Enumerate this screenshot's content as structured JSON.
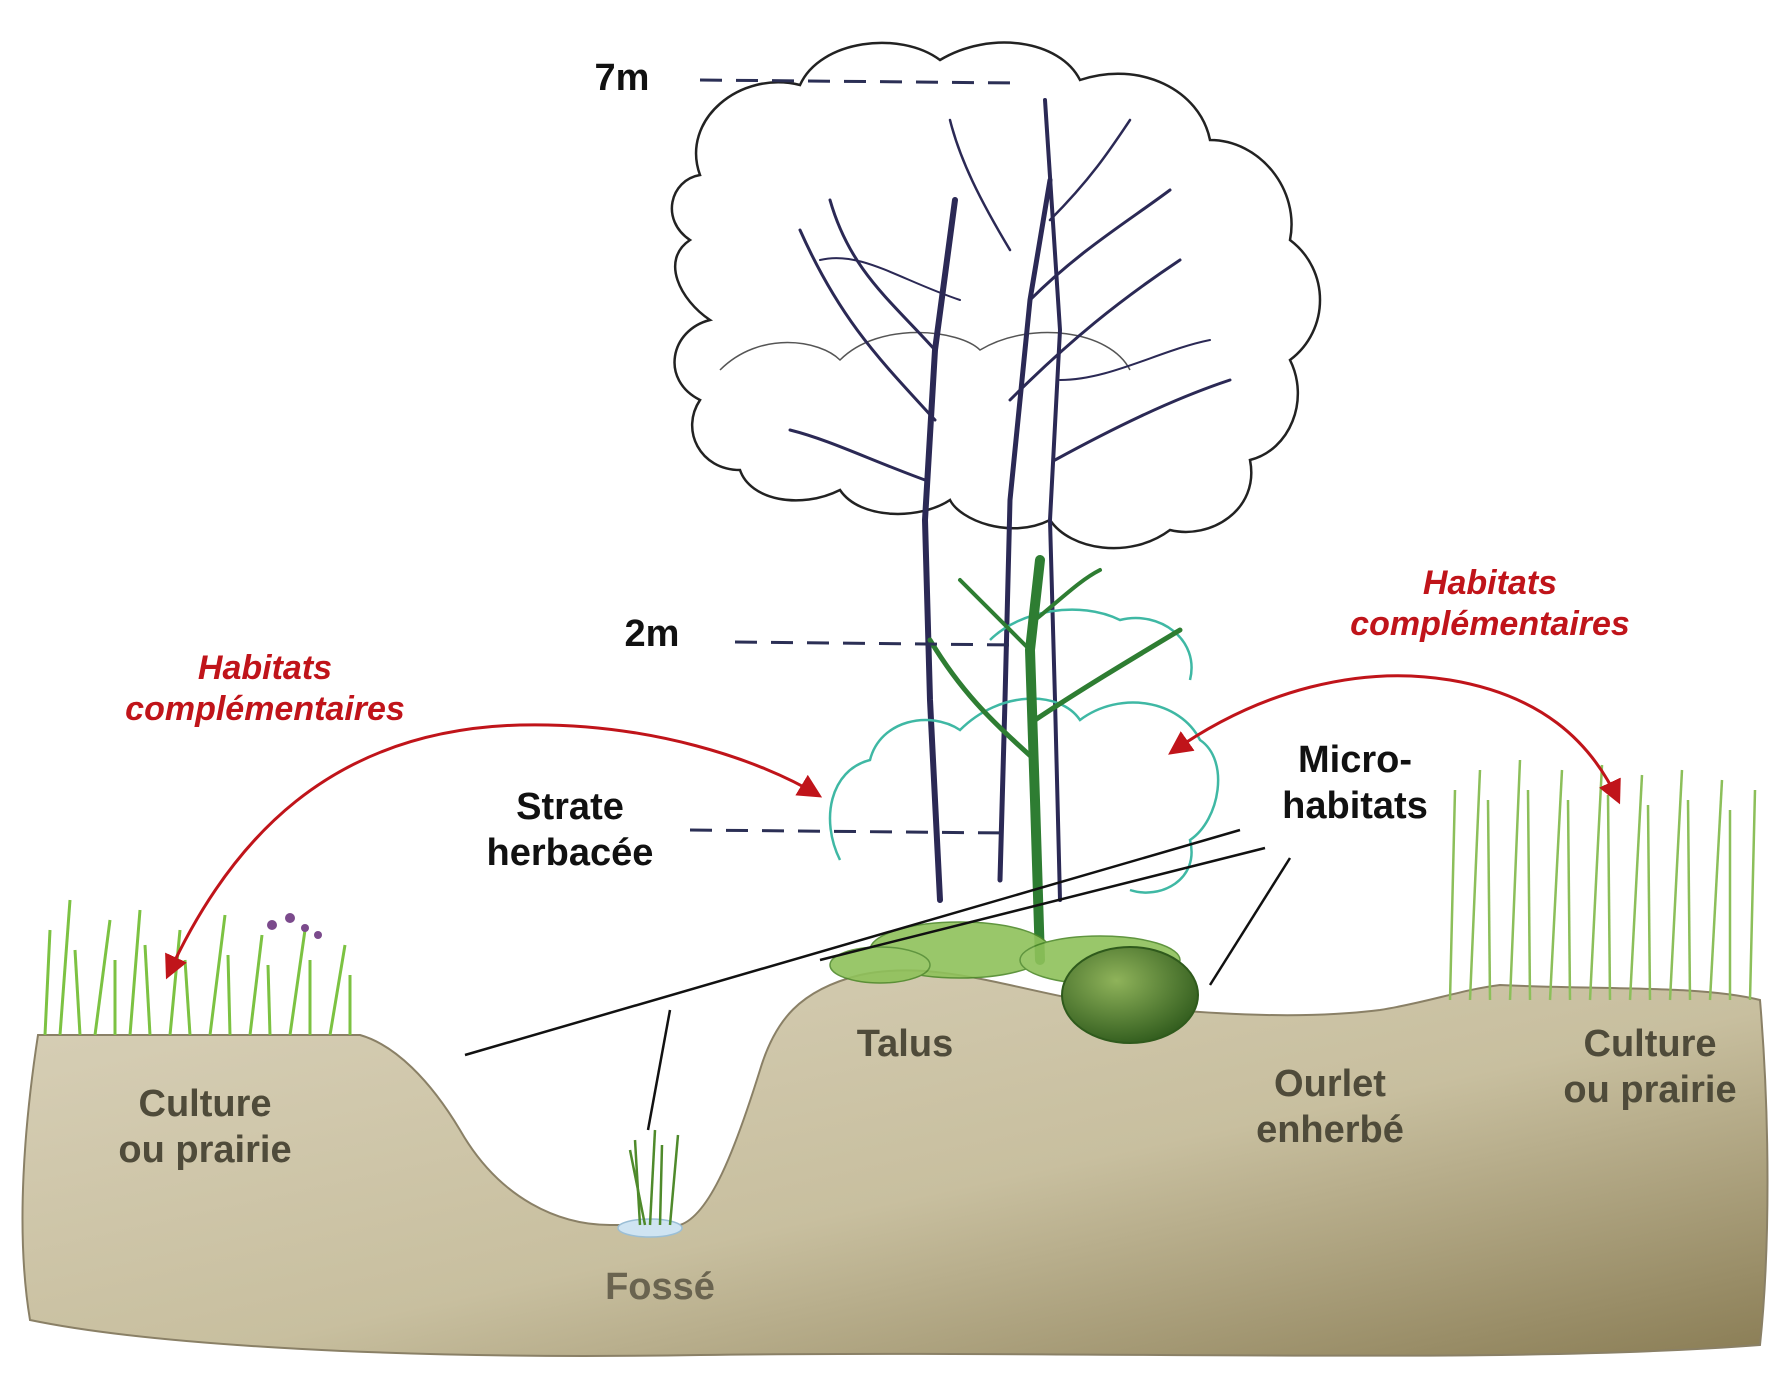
{
  "heights": [
    "7m",
    "2m"
  ],
  "strata": {
    "herbaceous": [
      "Strate",
      "herbacée"
    ]
  },
  "micro_habitats": [
    "Micro-",
    "habitats"
  ],
  "complementary_habitats": {
    "left": [
      "Habitats",
      "complémentaires"
    ],
    "right": [
      "Habitats",
      "complémentaires"
    ]
  },
  "zones": {
    "culture_left": [
      "Culture",
      "ou prairie"
    ],
    "culture_right": [
      "Culture",
      "ou prairie"
    ],
    "talus": "Talus",
    "ourlet": [
      "Ourlet",
      "enherbé"
    ],
    "fosse": "Fossé"
  },
  "colors": {
    "soil": "#c9c0a6",
    "soil_dark": "#8a8066",
    "grass": "#7cc242",
    "foliage": "#2e7d32",
    "shrub_teal": "#3fb8a4",
    "branch": "#2b2955",
    "arrow": "#c0141a",
    "label_earth": "#4f4b3a"
  }
}
